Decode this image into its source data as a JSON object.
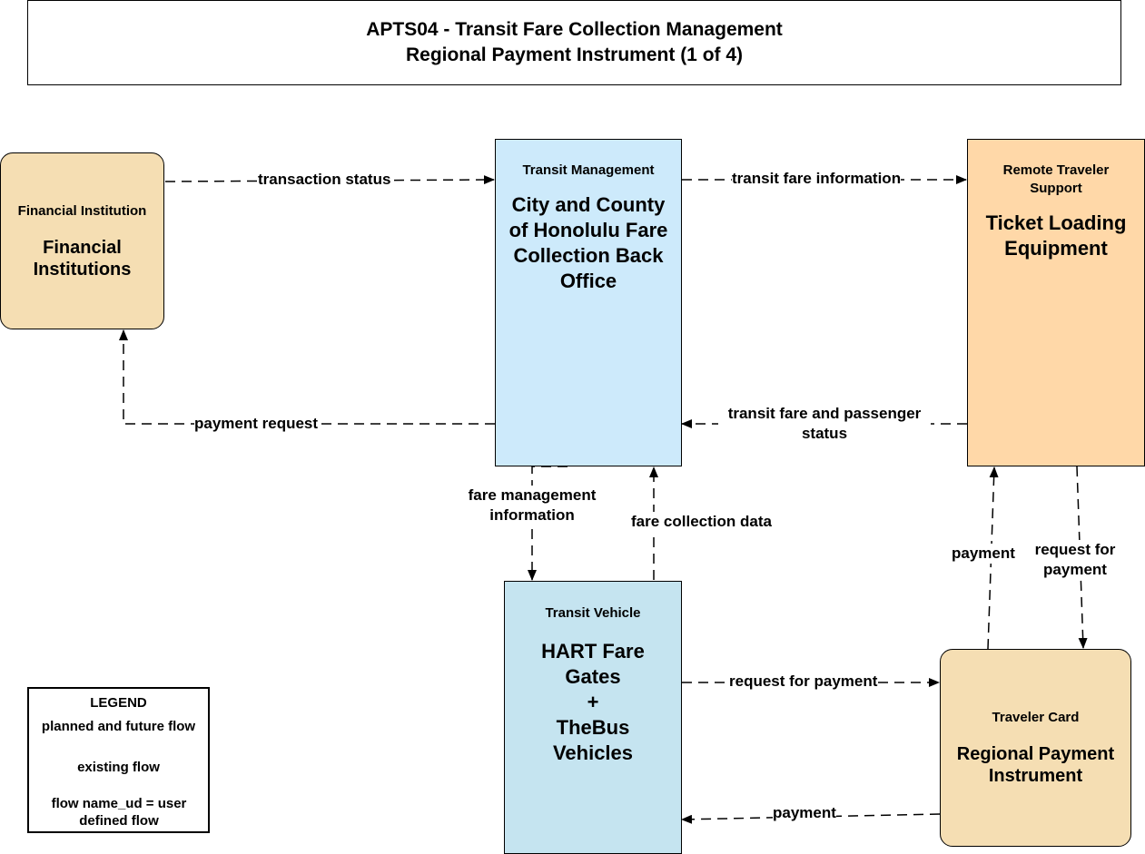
{
  "title": {
    "line1": "APTS04 - Transit Fare Collection Management",
    "line2": "Regional Payment Instrument (1 of 4)"
  },
  "nodes": {
    "financial": {
      "category": "Financial Institution",
      "name": "Financial Institutions",
      "color": "#f5deb3"
    },
    "transit_mgmt": {
      "category": "Transit Management",
      "name": "City and County of Honolulu Fare Collection Back Office",
      "color": "#cdeafb"
    },
    "remote": {
      "category": "Remote Traveler Support",
      "name": "Ticket Loading Equipment",
      "color": "#ffd8a8"
    },
    "vehicle": {
      "category": "Transit Vehicle",
      "name_lines": [
        "HART Fare",
        "Gates",
        "+",
        "TheBus",
        "Vehicles"
      ],
      "color": "#c5e4f0"
    },
    "card": {
      "category": "Traveler Card",
      "name": "Regional Payment Instrument",
      "color": "#f5deb3"
    }
  },
  "flows": {
    "transaction_status": "transaction status",
    "transit_fare_information": "transit fare information",
    "payment_request": "payment request",
    "transit_fare_passenger_status": "transit fare and passenger status",
    "fare_management_information": "fare management information",
    "fare_collection_data": "fare collection data",
    "payment_up": "payment",
    "request_for_payment_down": "request for payment",
    "request_for_payment_right": "request for payment",
    "payment_left": "payment"
  },
  "legend": {
    "title": "LEGEND",
    "planned": "planned and future flow",
    "existing": "existing flow",
    "user_defined": "flow name_ud = user defined flow"
  }
}
